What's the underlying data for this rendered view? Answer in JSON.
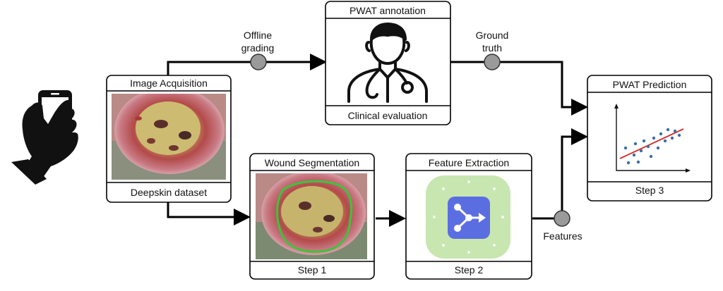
{
  "boxes": {
    "acquisition": {
      "title": "Image Acquisition",
      "footer": "Deepskin dataset"
    },
    "annotation": {
      "title": "PWAT annotation",
      "footer": "Clinical evaluation"
    },
    "segmentation": {
      "title": "Wound Segmentation",
      "footer": "Step 1"
    },
    "extraction": {
      "title": "Feature Extraction",
      "footer": "Step 2"
    },
    "prediction": {
      "title": "PWAT Prediction",
      "footer": "Step 3"
    }
  },
  "edge_labels": {
    "offline_grading": [
      "Offline",
      "grading"
    ],
    "ground_truth": [
      "Ground",
      "truth"
    ],
    "features": "Features"
  },
  "icons": {
    "phone": "hand-holding-smartphone-icon",
    "doctor": "doctor-icon",
    "feature_extraction": "feature-extraction-icon"
  },
  "colors": {
    "wound_outline": "#3cc43c",
    "feature_tile": "#5b6ee1",
    "feature_bg": "#c8e6b0",
    "regression_line": "#d62b2b",
    "scatter_points": "#3b6ea5",
    "connector_node": "#9a9a9a"
  }
}
